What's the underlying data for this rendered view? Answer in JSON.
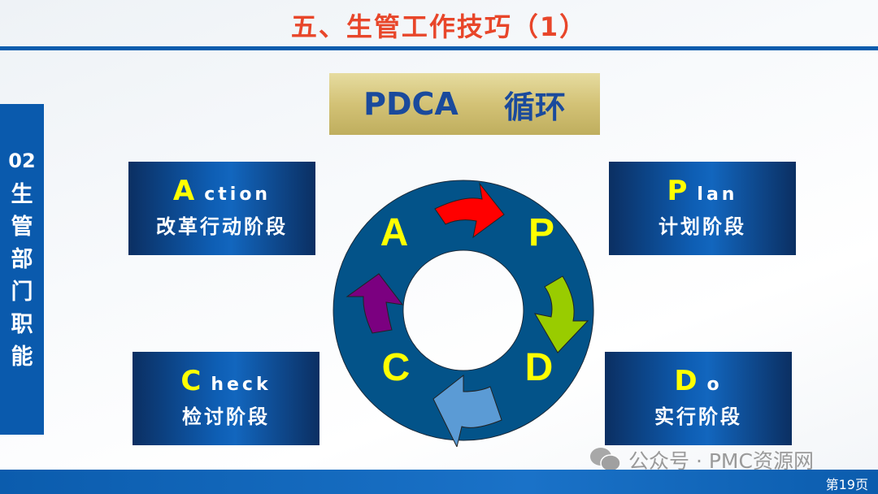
{
  "header": {
    "title": "五、生管工作技巧（1）"
  },
  "sidebar": {
    "number": "02",
    "label": "生管部门职能"
  },
  "banner": {
    "left": "PDCA",
    "right": "循环"
  },
  "boxes": {
    "action": {
      "initial": "A",
      "rest": "ction",
      "cn": "改革行动阶段"
    },
    "plan": {
      "initial": "P",
      "rest": "lan",
      "cn": "计划阶段"
    },
    "check": {
      "initial": "C",
      "rest": "heck",
      "cn": "检讨阶段"
    },
    "do": {
      "initial": "D",
      "rest": "o",
      "cn": "实行阶段"
    }
  },
  "cycle": {
    "letters": [
      "A",
      "P",
      "D",
      "C"
    ],
    "ring_color": "#035389",
    "letter_color": "#ffff00",
    "arrow_colors": [
      "#ff0000",
      "#99cc00",
      "#5b9bd5",
      "#7b0080"
    ]
  },
  "watermark": {
    "text": "公众号 · PMC资源网",
    "icon": "wechat-icon"
  },
  "footer": {
    "page": "第19页"
  }
}
